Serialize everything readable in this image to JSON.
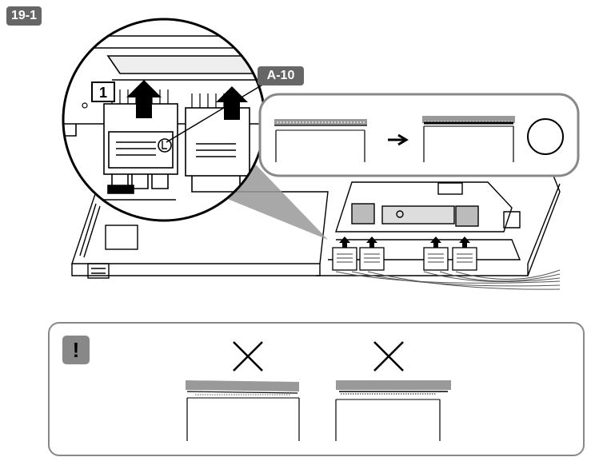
{
  "step": {
    "label": "19-1"
  },
  "callout": {
    "label": "A-10"
  },
  "detail_zoom": {
    "marker_number": "1"
  },
  "result_symbols": {
    "correct": "correct-circle",
    "incorrect": "incorrect-cross"
  },
  "warning": {
    "symbol": "!"
  },
  "colors": {
    "badge": "#666666",
    "warning_badge": "#888888",
    "line": "#000000",
    "accent_gray": "#999999"
  },
  "icons": [
    "arrow-up-icon",
    "arrow-right-icon",
    "circle-ok-icon",
    "cross-ng-icon",
    "exclamation-icon"
  ]
}
